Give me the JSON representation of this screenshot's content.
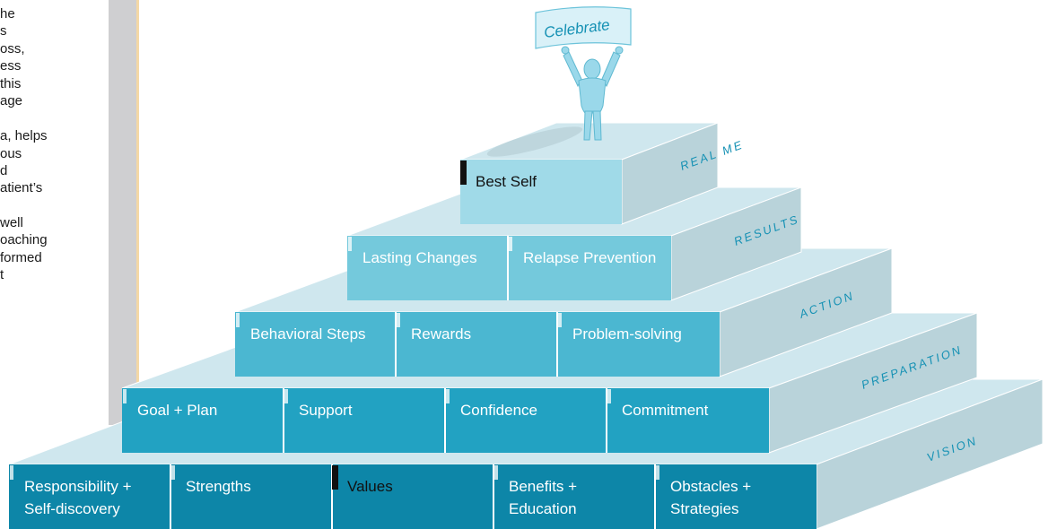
{
  "left_column": {
    "lines": [
      "he",
      "s",
      "oss,",
      "ess",
      "this",
      "age",
      "",
      "a, helps",
      "ous",
      "d",
      "atient’s",
      "",
      "well",
      "oaching",
      "formed",
      "t"
    ]
  },
  "banner": {
    "text": "Celebrate"
  },
  "levels": [
    {
      "stage": "REAL ME",
      "blocks": [
        {
          "lines": [
            "Best Self"
          ],
          "marker": true
        }
      ]
    },
    {
      "stage": "RESULTS",
      "blocks": [
        {
          "lines": [
            "Lasting Changes"
          ]
        },
        {
          "lines": [
            "Relapse Prevention"
          ]
        }
      ]
    },
    {
      "stage": "ACTION",
      "blocks": [
        {
          "lines": [
            "Behavioral Steps"
          ]
        },
        {
          "lines": [
            "Rewards"
          ]
        },
        {
          "lines": [
            "Problem-solving"
          ]
        }
      ]
    },
    {
      "stage": "PREPARATION",
      "blocks": [
        {
          "lines": [
            "Goal + Plan"
          ]
        },
        {
          "lines": [
            "Support"
          ]
        },
        {
          "lines": [
            "Confidence"
          ]
        },
        {
          "lines": [
            "Commitment"
          ]
        }
      ]
    },
    {
      "stage": "VISION",
      "blocks": [
        {
          "lines": [
            "Responsibility +",
            "Self-discovery"
          ]
        },
        {
          "lines": [
            "Strengths"
          ]
        },
        {
          "lines": [
            "Values"
          ],
          "marker": true
        },
        {
          "lines": [
            "Benefits +",
            "Education"
          ]
        },
        {
          "lines": [
            "Obstacles +",
            "Strategies"
          ]
        }
      ]
    }
  ],
  "colors": {
    "vision_front": "#0d86a8",
    "preparation_front": "#22a2c2",
    "action_front": "#4bb7d1",
    "results_front": "#74c9dc",
    "realme_front": "#a0dae8",
    "top_face": "#cfe7ee",
    "side_face": "#b9d3da",
    "figure": "#9ad8ea",
    "marker": "#111111",
    "dark_text": "#111111",
    "light_text": "#ffffff",
    "stage_label": "#1591b4"
  }
}
